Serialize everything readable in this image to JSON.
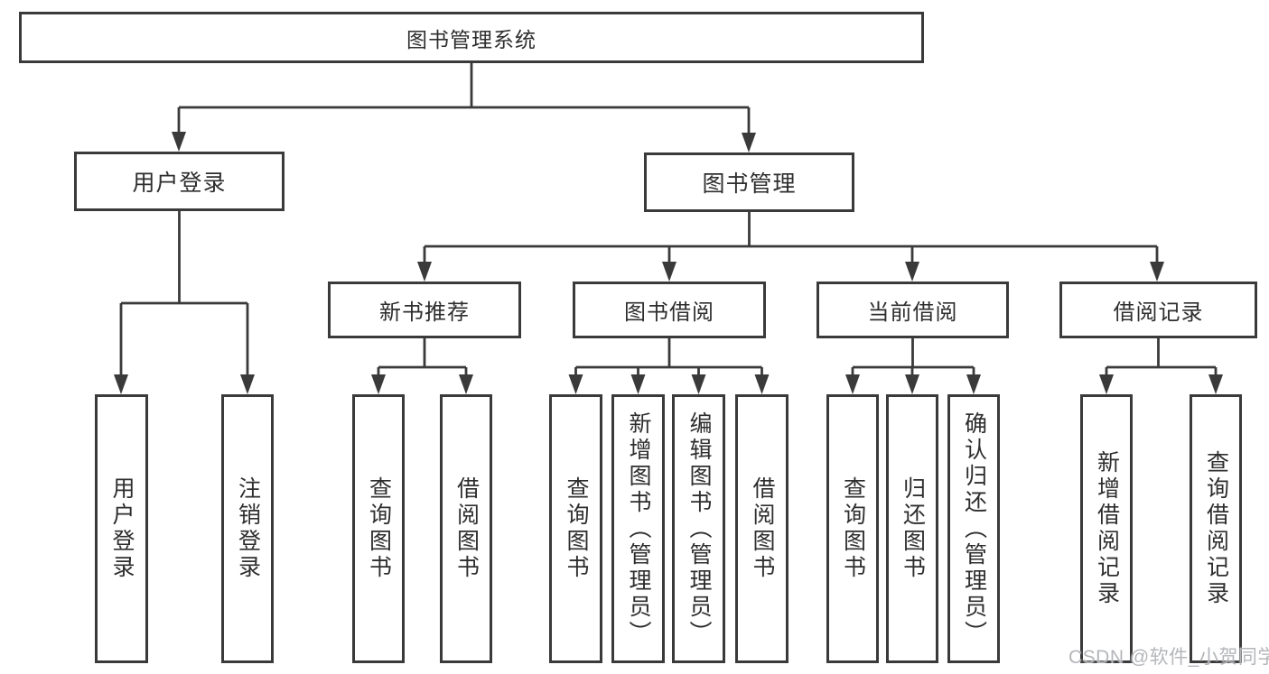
{
  "tree": {
    "root": "图书管理系统",
    "branches": [
      {
        "label": "用户登录",
        "children": [
          "用户登录",
          "注销登录"
        ]
      },
      {
        "label": "图书管理",
        "children": [
          {
            "label": "新书推荐",
            "children": [
              "查询图书",
              "借阅图书"
            ]
          },
          {
            "label": "图书借阅",
            "children": [
              "查询图书",
              "新增图书（管理员）",
              "编辑图书（管理员）",
              "借阅图书"
            ]
          },
          {
            "label": "当前借阅",
            "children": [
              "查询图书",
              "归还图书",
              "确认归还（管理员）"
            ]
          },
          {
            "label": "借阅记录",
            "children": [
              "新增借阅记录",
              "查询借阅记录"
            ]
          }
        ]
      }
    ]
  },
  "watermark": "CSDN @软件_小贺同学",
  "colors": {
    "line": "#3a3a3a",
    "text": "#2e2e2e",
    "watermark": "#b0b2b6",
    "background": "#ffffff"
  }
}
